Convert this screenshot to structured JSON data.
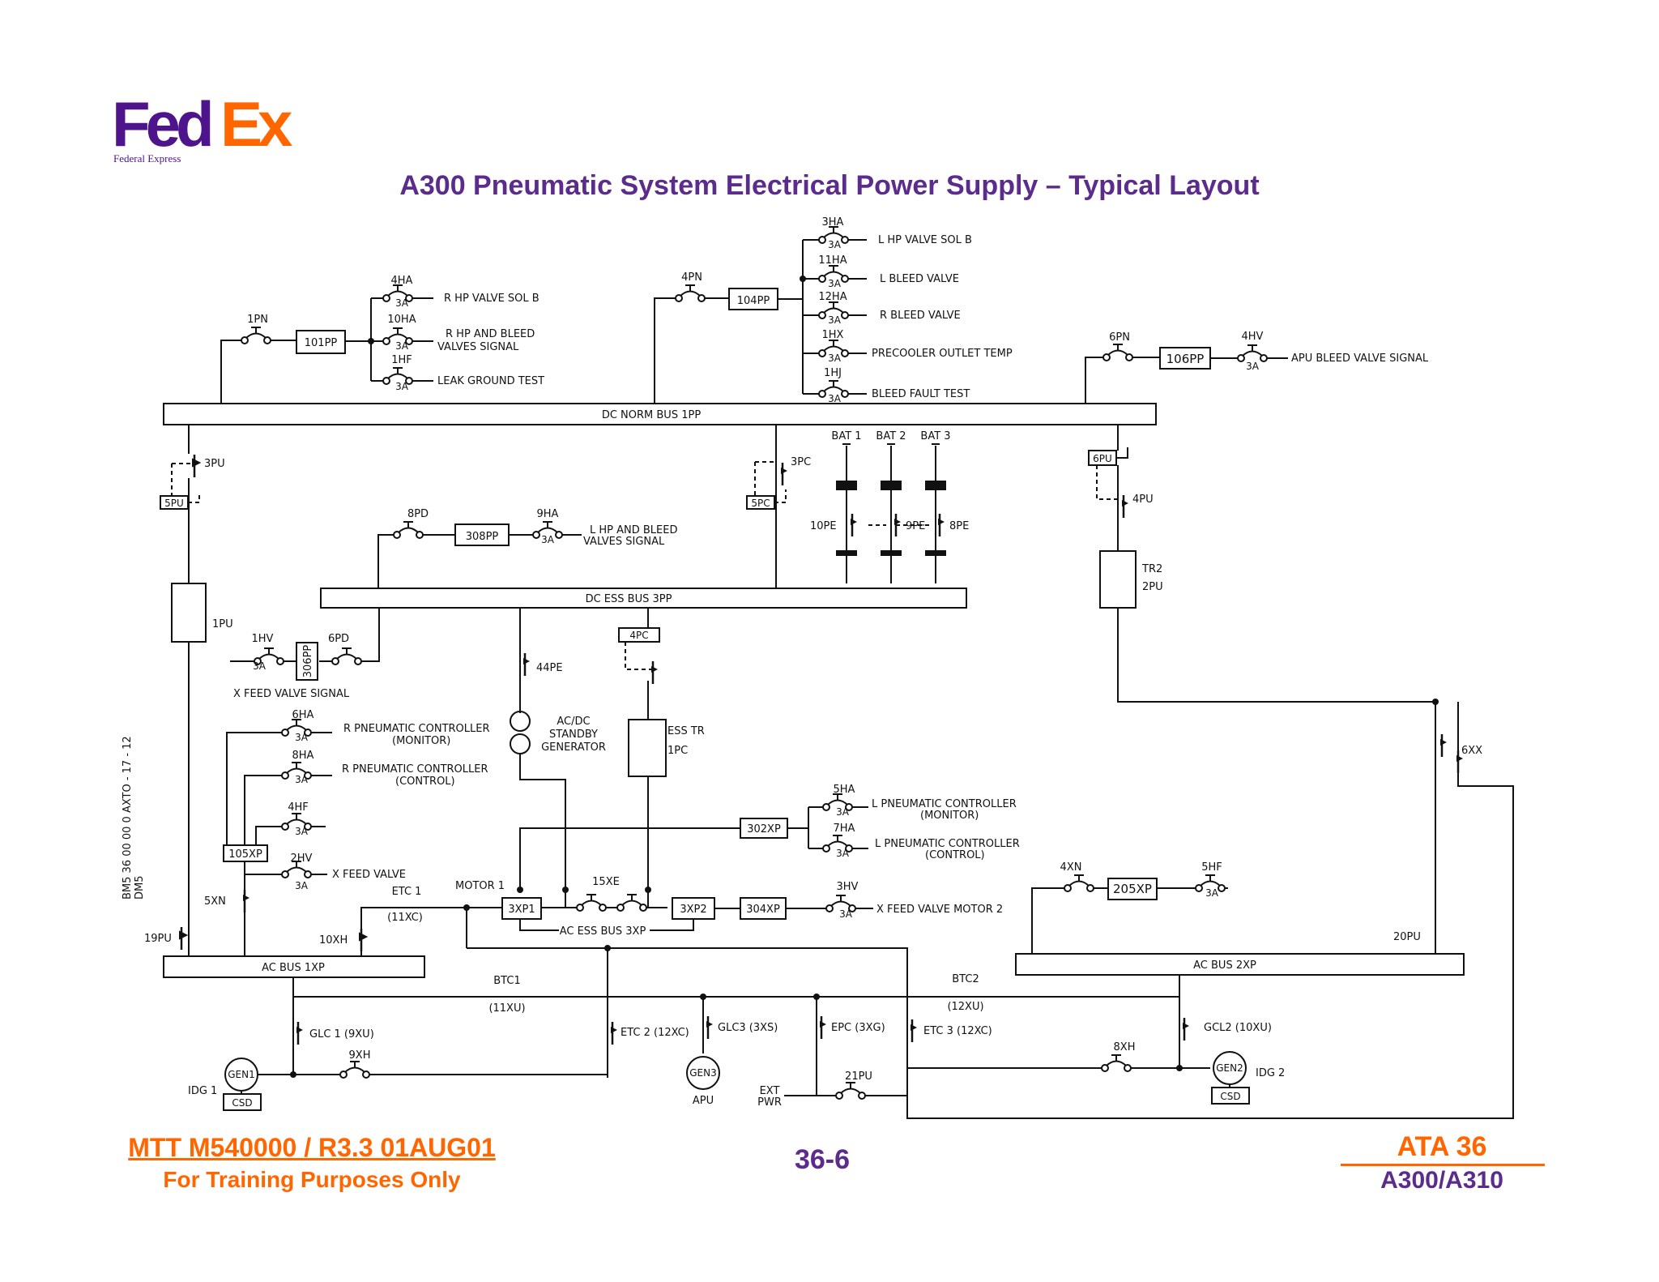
{
  "logo": {
    "text": "FedEx",
    "fed": "Fed",
    "ex": "Ex",
    "subtitle": "Federal Express"
  },
  "title": "A300 Pneumatic System Electrical Power Supply – Typical Layout",
  "footer": {
    "left_line1": "MTT M540000 / R3.3 01AUG01",
    "left_line2": "For Training Purposes Only",
    "page": "36-6",
    "right_line1": "ATA 36",
    "right_line2": "A300/A310"
  },
  "side_code": {
    "line1": "BM5  36  00  00  0  AXTO - 17 - 12",
    "line2": "DM5"
  },
  "buses": {
    "dc_norm": "DC NORM BUS 1PP",
    "dc_ess": "DC ESS BUS 3PP",
    "ac1": "AC BUS 1XP",
    "ac2": "AC BUS 2XP",
    "ac_ess": "AC  ESS  BUS  3XP"
  },
  "boxes": {
    "b101pp": "101PP",
    "b104pp": "104PP",
    "b106pp": "106PP",
    "b308pp": "308PP",
    "b306pp": "306PP",
    "b302xp": "302XP",
    "b105xp": "105XP",
    "b3xp1": "3XP1",
    "b3xp2": "3XP2",
    "b304xp": "304XP",
    "b205xp": "205XP",
    "b5pu": "5PU",
    "b5pc": "5PC",
    "b6pu": "6PU",
    "b4pc": "4PC",
    "csd1": "CSD",
    "csd2": "CSD",
    "gen1": "GEN1",
    "gen2": "GEN2",
    "gen3": "GEN3"
  },
  "labels": {
    "l1pn": "1PN",
    "l4ha": "4HA",
    "l10ha": "10HA",
    "l1hf": "1HF",
    "a3": "3A",
    "r_hp_sol_b": "R HP VALVE SOL B",
    "r_hp_bleed_1": "R HP AND BLEED",
    "r_hp_bleed_2": "VALVES SIGNAL",
    "leak_ground": "LEAK GROUND TEST",
    "l4pn": "4PN",
    "l3ha": "3HA",
    "l11ha": "11HA",
    "l12ha": "12HA",
    "l1hx": "1HX",
    "l1hj": "1HJ",
    "l_hp_sol_b": "L HP VALVE SOL B",
    "l_bleed": "L BLEED VALVE",
    "r_bleed": "R BLEED    VALVE",
    "precooler": "PRECOOLER OUTLET TEMP",
    "bleed_fault": "BLEED FAULT TEST",
    "l6pn": "6PN",
    "l4hv": "4HV",
    "apu_bleed": "APU BLEED VALVE SIGNAL",
    "l3pu": "3PU",
    "l3pc": "3PC",
    "l4pu": "4PU",
    "bat1": "BAT 1",
    "bat2": "BAT 2",
    "bat3": "BAT 3",
    "l10pe": "10PE",
    "l9pe": "9PE",
    "l8pe": "8PE",
    "l8pd": "8PD",
    "l9ha": "9HA",
    "l_hp_bleed_1": "L HP AND BLEED",
    "l_hp_bleed_2": "VALVES SIGNAL",
    "tr2": "TR2",
    "l2pu": "2PU",
    "l1pu": "1PU",
    "l1hv": "1HV",
    "l6pd": "6PD",
    "x_feed_signal": "X  FEED VALVE SIGNAL",
    "l44pe": "44PE",
    "acdc_1": "AC/DC",
    "acdc_2": "STANDBY",
    "acdc_3": "GENERATOR",
    "ess_tr": "ESS TR",
    "l1pc": "1PC",
    "l6ha": "6HA",
    "r_pneu_mon_1": "R PNEUMATIC CONTROLLER",
    "r_pneu_mon_2": "(MONITOR)",
    "l8ha": "8HA",
    "r_pneu_ctl_1": "R PNEUMATIC CONTROLLER",
    "r_pneu_ctl_2": "(CONTROL)",
    "l4hf": "4HF",
    "l2hv": "2HV",
    "x_feed_valve": "X  FEED VALVE",
    "motor1": "MOTOR 1",
    "etc1": "ETC 1",
    "l11xc": "(11XC)",
    "l5xn": "5XN",
    "l19pu": "19PU",
    "l10xh": "10XH",
    "l15xe": "15XE",
    "l5ha": "5HA",
    "l7ha": "7HA",
    "l_pneu_mon_1": "L PNEUMATIC CONTROLLER",
    "l_pneu_mon_2": "(MONITOR)",
    "l_pneu_ctl_1": "L PNEUMATIC CONTROLLER",
    "l_pneu_ctl_2": "(CONTROL)",
    "l3hv": "3HV",
    "x_feed_motor2": "X FEED VALVE MOTOR 2",
    "l4xn": "4XN",
    "l5hf": "5HF",
    "l6xx": "6XX",
    "l20pu": "20PU",
    "btc1": "BTC1",
    "l11xu": "(11XU)",
    "btc2": "BTC2",
    "l12xu": "(12XU)",
    "glc1": "GLC 1 (9XU)",
    "l9xh": "9XH",
    "idg1": "IDG 1",
    "etc2": "ETC 2 (12XC)",
    "glc3": "GLC3 (3XS)",
    "apu": "APU",
    "epc": "EPC (3XG)",
    "ext_pwr_1": "EXT",
    "ext_pwr_2": "PWR",
    "l21pu": "21PU",
    "etc3": "ETC 3 (12XC)",
    "l8xh": "8XH",
    "gcl2": "GCL2 (10XU)",
    "idg2": "IDG 2"
  }
}
